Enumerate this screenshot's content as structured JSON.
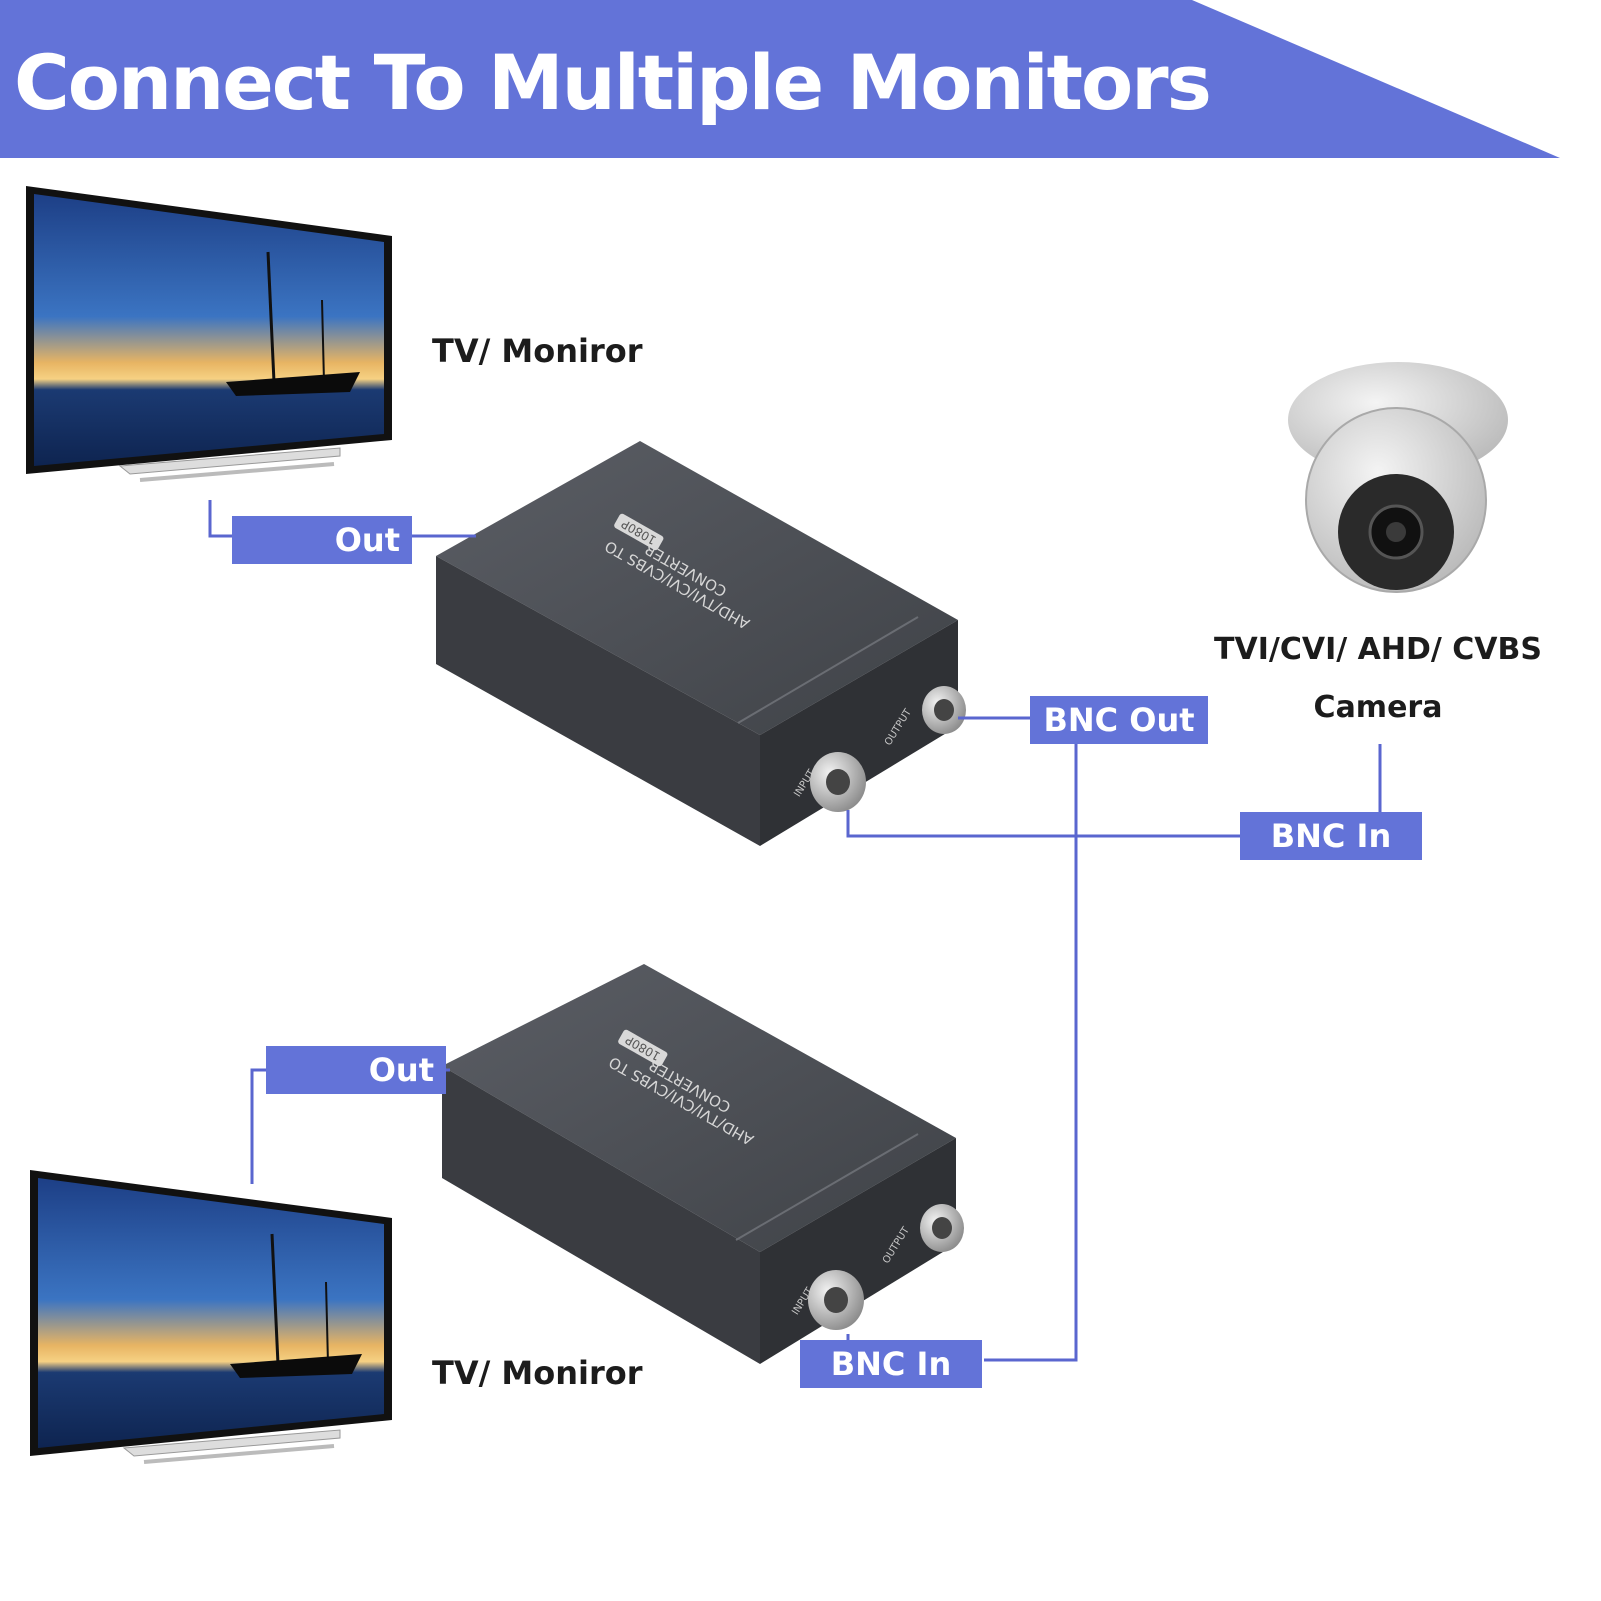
{
  "header": {
    "title": "Connect To Multiple Monitors"
  },
  "camera": {
    "label_line1": "TVI/CVI/ AHD/ CVBS",
    "label_line2": "Camera"
  },
  "converter": {
    "label_line1": "AHD/TVI/CVI/CVBS TO",
    "label_line2": "CONVERTER",
    "badge": "1080P",
    "input_port": "INPUT",
    "output_port": "OUTPUT"
  },
  "monitor_top": {
    "label": "TV/ Moniror",
    "out_tag": "Out"
  },
  "converter_top": {
    "bnc_out_tag": "BNC Out",
    "bnc_in_tag": "BNC In"
  },
  "monitor_bottom": {
    "label": "TV/ Moniror",
    "out_tag": "Out"
  },
  "converter_bottom": {
    "bnc_in_tag": "BNC In"
  },
  "colors": {
    "accent": "#6373d8",
    "line": "#5a66cf",
    "device_body": "#4a4d53",
    "text": "#1c1c1c"
  },
  "icons": [
    "tv-monitor-icon",
    "dome-camera-icon",
    "converter-box-icon",
    "bnc-connector-icon"
  ]
}
